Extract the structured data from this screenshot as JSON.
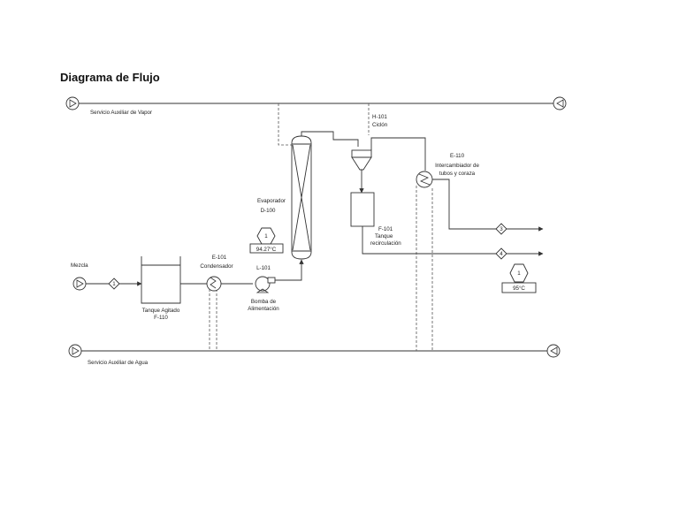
{
  "title": "Diagrama de Flujo",
  "labels": {
    "vapor_service": "Servicio Auxiliar de Vapor",
    "water_service": "Servicio Auxiliar de Agua",
    "mezcla": "Mezcla",
    "tank_name": "Tanque Agitado",
    "tank_tag": "F-110",
    "condenser_tag": "E-101",
    "condenser_name": "Condensador",
    "pump_tag": "L-101",
    "pump_name_1": "Bomba de",
    "pump_name_2": "Alimentación",
    "evaporator_name": "Evaporador",
    "evaporator_tag": "D-100",
    "cyclone_tag": "H-101",
    "cyclone_name": "Ciclón",
    "recirc_tag": "F-101",
    "recirc_name_1": "Tanque",
    "recirc_name_2": "recirculación",
    "hx_tag": "E-110",
    "hx_name_1": "Intercambiador de",
    "hx_name_2": "tubos y coraza"
  },
  "streams": {
    "mezcla": "1",
    "upper_outlet": "3",
    "lower_outlet": "4"
  },
  "temperatures": {
    "evaporator": {
      "id": "1",
      "value": "94.27°C"
    },
    "outlet": {
      "id": "1",
      "value": "95°C"
    }
  }
}
